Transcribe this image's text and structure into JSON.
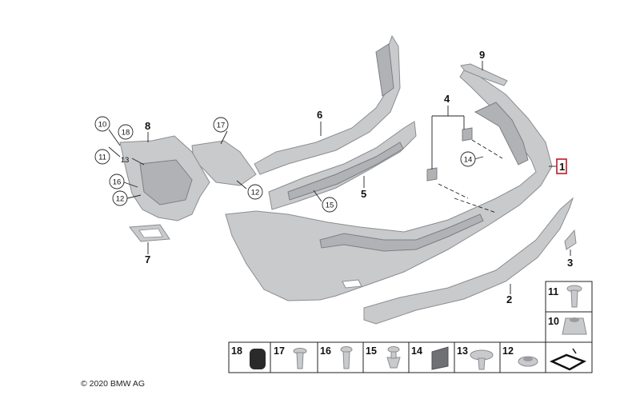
{
  "callouts": {
    "c1": "1",
    "c2": "2",
    "c3": "3",
    "c4": "4",
    "c5": "5",
    "c6": "6",
    "c7": "7",
    "c8": "8",
    "c9": "9",
    "c10": "10",
    "c11": "11",
    "c12a": "12",
    "c12b": "12",
    "c13": "13",
    "c14": "14",
    "c15": "15",
    "c16": "16",
    "c17": "17",
    "c18": "18"
  },
  "fastener_grid": {
    "top_cells": [
      "11",
      "10"
    ],
    "bottom_cells": [
      "18",
      "17",
      "16",
      "15",
      "14",
      "13",
      "12"
    ]
  },
  "copyright": "© 2020 BMW AG",
  "colors": {
    "part_fill": "#c9cacc",
    "part_stroke": "#8b8d91",
    "highlight": "#c0182a"
  }
}
